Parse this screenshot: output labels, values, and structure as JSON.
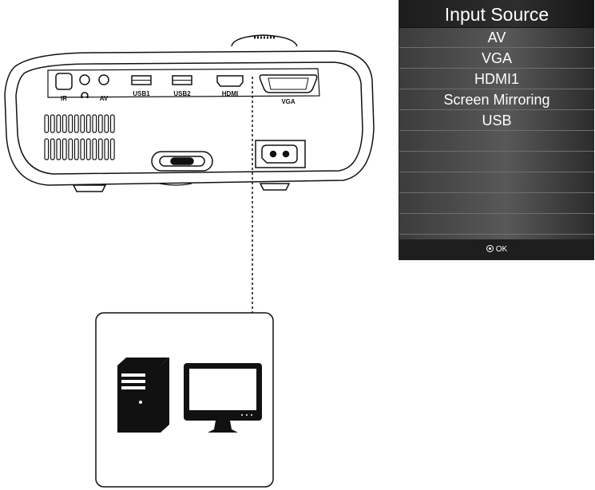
{
  "projector": {
    "ports": {
      "ir": "IR",
      "av": "AV",
      "usb1": "USB1",
      "usb2": "USB2",
      "hdmi": "HDMI",
      "vga": "VGA"
    },
    "icons": [
      "headphone-icon",
      "power-socket-icon"
    ]
  },
  "computer": {
    "icons": [
      "pc-tower-icon",
      "monitor-icon"
    ]
  },
  "menu": {
    "title": "Input Source",
    "items": [
      "AV",
      "VGA",
      "HDMI1",
      "Screen Mirroring",
      "USB",
      "",
      "",
      "",
      "",
      "",
      ""
    ],
    "selected": "",
    "footer": {
      "icon": "ok-button-icon",
      "label": "OK"
    }
  }
}
